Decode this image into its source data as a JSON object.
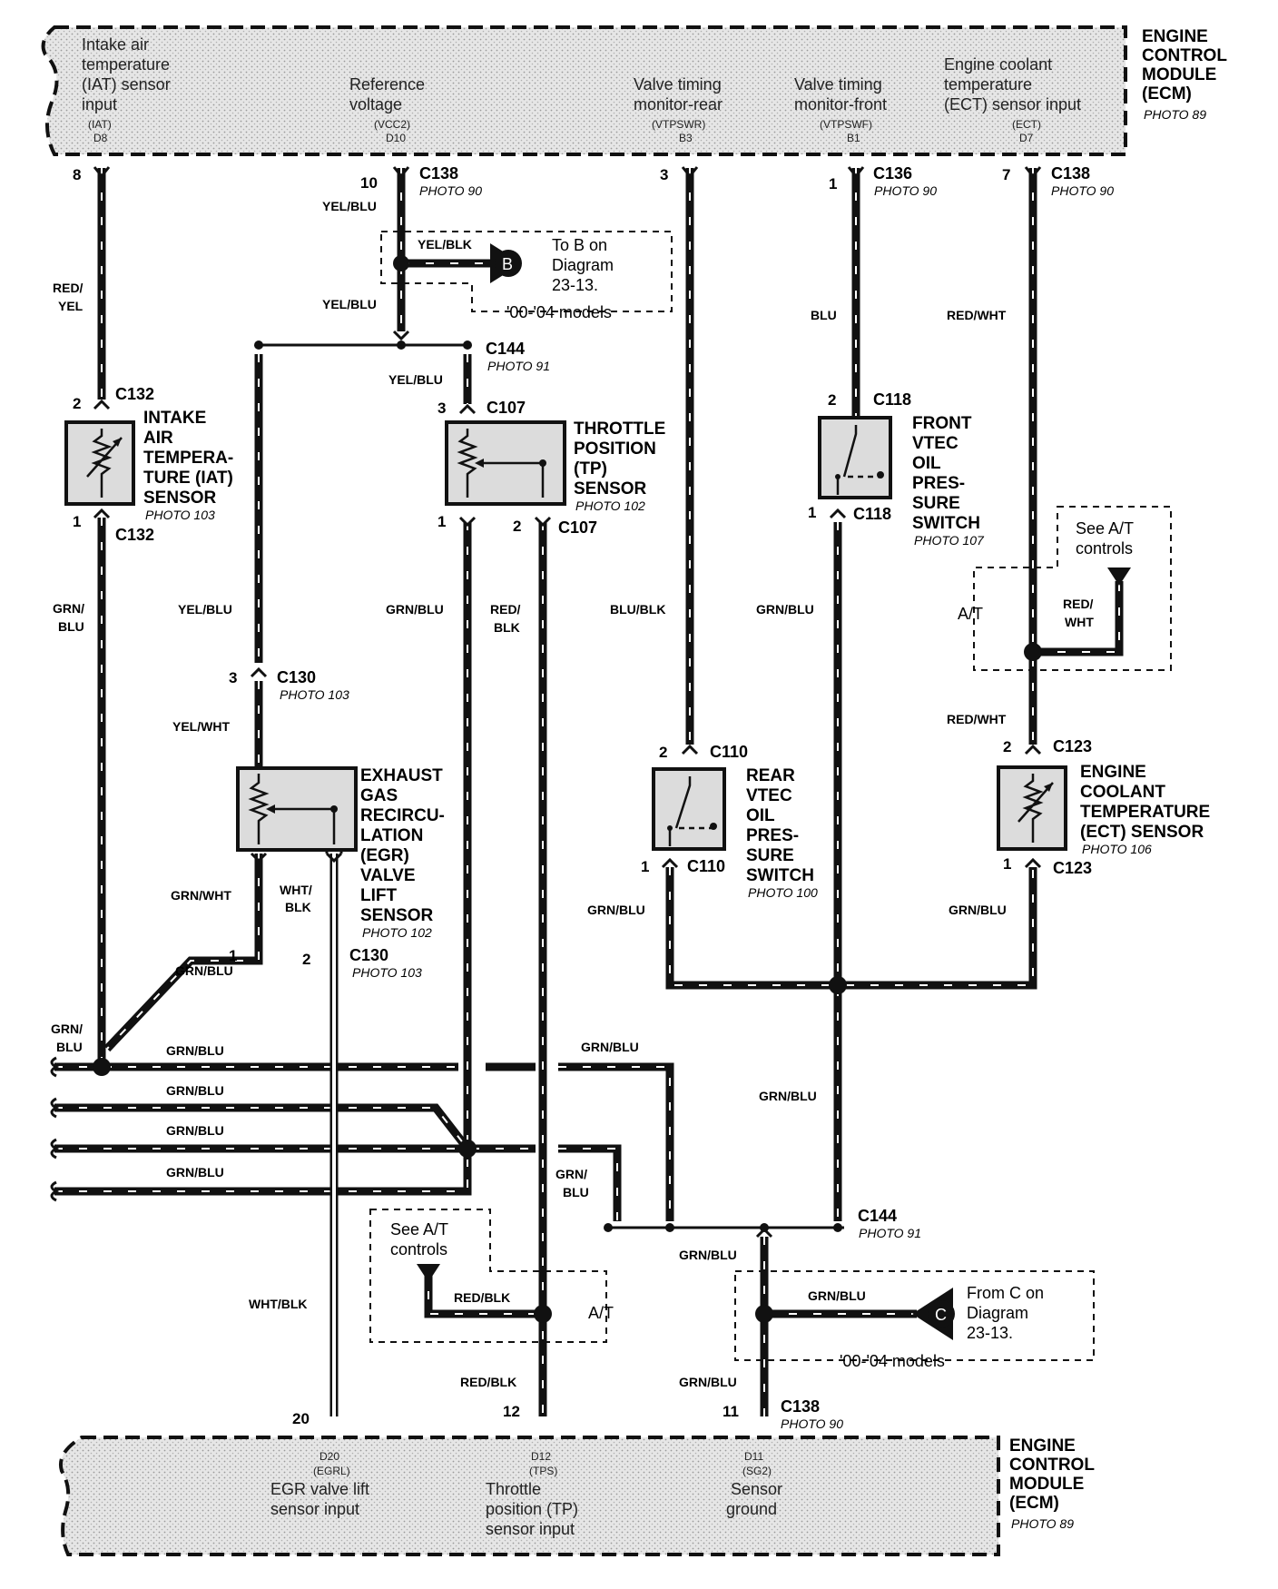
{
  "ecm_top": {
    "title_lines": [
      "ENGINE",
      "CONTROL",
      "MODULE",
      "(ECM)"
    ],
    "photo": "PHOTO 89",
    "terminals": [
      {
        "lines": [
          "Intake air",
          "temperature",
          "(IAT) sensor",
          "input"
        ],
        "code": "(IAT)",
        "pin": "D8"
      },
      {
        "lines": [
          "Reference",
          "voltage"
        ],
        "code": "(VCC2)",
        "pin": "D10"
      },
      {
        "lines": [
          "Valve timing",
          "monitor-rear"
        ],
        "code": "(VTPSWR)",
        "pin": "B3"
      },
      {
        "lines": [
          "Valve timing",
          "monitor-front"
        ],
        "code": "(VTPSWF)",
        "pin": "B1"
      },
      {
        "lines": [
          "Engine coolant",
          "temperature",
          "(ECT) sensor input"
        ],
        "code": "(ECT)",
        "pin": "D7"
      }
    ]
  },
  "ecm_bottom": {
    "title_lines": [
      "ENGINE",
      "CONTROL",
      "MODULE",
      "(ECM)"
    ],
    "photo": "PHOTO 89",
    "terminals": [
      {
        "pin": "D20",
        "code": "(EGRL)",
        "lines": [
          "EGR valve lift",
          "sensor input"
        ]
      },
      {
        "pin": "D12",
        "code": "(TPS)",
        "lines": [
          "Throttle",
          "position (TP)",
          "sensor input"
        ]
      },
      {
        "pin": "D11",
        "code": "(SG2)",
        "lines": [
          "Sensor",
          "ground"
        ]
      }
    ]
  },
  "connectors": {
    "c138": "C138",
    "c136": "C136",
    "c144": "C144",
    "c132": "C132",
    "c107": "C107",
    "c118": "C118",
    "c130": "C130",
    "c110": "C110",
    "c123": "C123",
    "photo_90": "PHOTO 90",
    "photo_91": "PHOTO 91",
    "photo_103": "PHOTO 103",
    "photo_102": "PHOTO 102",
    "photo_107": "PHOTO 107",
    "photo_100": "PHOTO 100",
    "photo_106": "PHOTO 106"
  },
  "pins": {
    "p8": "8",
    "p10": "10",
    "p3": "3",
    "p1": "1",
    "p7": "7",
    "p2": "2",
    "p20": "20",
    "p12": "12",
    "p11": "11"
  },
  "wires": {
    "red_yel_1": "RED/",
    "red_yel_2": "YEL",
    "yel_blu": "YEL/BLU",
    "yel_blk": "YEL/BLK",
    "blu": "BLU",
    "red_wht": "RED/WHT",
    "grn_blu": "GRN/BLU",
    "grn_blu_1": "GRN/",
    "grn_blu_2": "BLU",
    "red_blk": "RED/BLK",
    "red_blk_1": "RED/",
    "red_blk_2": "BLK",
    "blu_blk": "BLU/BLK",
    "yel_wht": "YEL/WHT",
    "grn_wht": "GRN/WHT",
    "wht_blk": "WHT/BLK",
    "wht_blk_1": "WHT/",
    "wht_blk_2": "BLK",
    "red_wht_1": "RED/",
    "red_wht_2": "WHT"
  },
  "components": {
    "iat": [
      "INTAKE",
      "AIR",
      "TEMPERA-",
      "TURE (IAT)",
      "SENSOR"
    ],
    "tp": [
      "THROTTLE",
      "POSITION",
      "(TP)",
      "SENSOR"
    ],
    "front_vtec": [
      "FRONT",
      "VTEC",
      "OIL",
      "PRES-",
      "SURE",
      "SWITCH"
    ],
    "egr": [
      "EXHAUST",
      "GAS",
      "RECIRCU-",
      "LATION",
      "(EGR)",
      "VALVE",
      "LIFT",
      "SENSOR"
    ],
    "rear_vtec": [
      "REAR",
      "VTEC",
      "OIL",
      "PRES-",
      "SURE",
      "SWITCH"
    ],
    "ect": [
      "ENGINE",
      "COOLANT",
      "TEMPERATURE",
      "(ECT) SENSOR"
    ]
  },
  "notes": {
    "to_b": [
      "To B on",
      "Diagram",
      "23-13."
    ],
    "from_c": [
      "From C on",
      "Diagram",
      "23-13."
    ],
    "models": "'00-'04 models",
    "see_at": [
      "See A/T",
      "controls"
    ],
    "at": "A/T",
    "marker_b": "B",
    "marker_c": "C"
  }
}
